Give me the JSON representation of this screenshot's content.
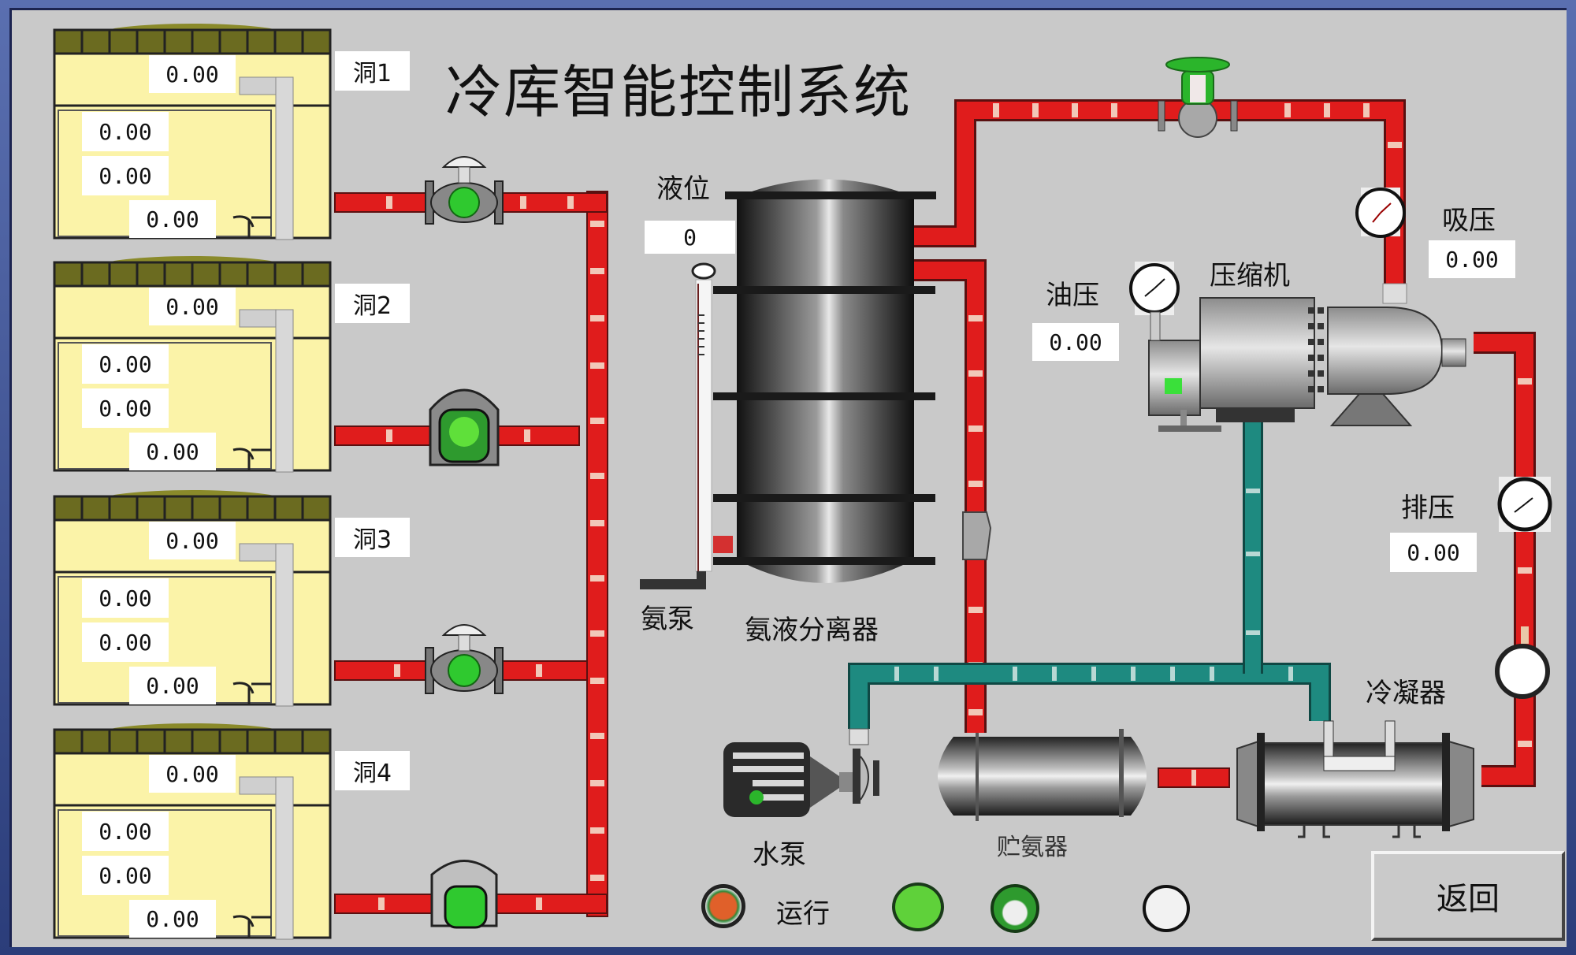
{
  "window": {
    "title": "冷库智能控制系统"
  },
  "rooms": [
    {
      "label": "洞1",
      "top_value": "0.00",
      "values": [
        "0.00",
        "0.00"
      ],
      "bottom_value": "0.00",
      "valve_state": "open"
    },
    {
      "label": "洞2",
      "top_value": "0.00",
      "values": [
        "0.00",
        "0.00"
      ],
      "bottom_value": "0.00",
      "valve_state": "open"
    },
    {
      "label": "洞3",
      "top_value": "0.00",
      "values": [
        "0.00",
        "0.00"
      ],
      "bottom_value": "0.00",
      "valve_state": "open"
    },
    {
      "label": "洞4",
      "top_value": "0.00",
      "values": [
        "0.00",
        "0.00"
      ],
      "bottom_value": "0.00",
      "valve_state": "open"
    }
  ],
  "separator": {
    "level_label": "液位",
    "level_value": "0",
    "pump_label": "氨泵",
    "name": "氨液分离器"
  },
  "compressor": {
    "name": "压缩机",
    "oil_pressure_label": "油压",
    "oil_pressure_value": "0.00",
    "suction_pressure_label": "吸压",
    "suction_pressure_value": "0.00",
    "discharge_pressure_label": "排压",
    "discharge_pressure_value": "0.00"
  },
  "condenser": {
    "name": "冷凝器"
  },
  "receiver": {
    "name": "贮氨器"
  },
  "water_pump": {
    "name": "水泵"
  },
  "status": {
    "run_label": "运行",
    "indicators": [
      {
        "name": "run-indicator",
        "color": "#e0602a"
      },
      {
        "name": "indicator-2",
        "color": "#5fd13a"
      },
      {
        "name": "indicator-3",
        "color": "#2e9a2e"
      },
      {
        "name": "indicator-4",
        "color": "#f2f2f2"
      }
    ]
  },
  "buttons": {
    "back": "返回"
  },
  "colors": {
    "refrigerant_pipe": "#e01c1c",
    "water_pipe": "#1e8a80",
    "valve_open": "#2fc92f",
    "room_fill": "#fbf3a8",
    "background": "#c9c9c9"
  }
}
